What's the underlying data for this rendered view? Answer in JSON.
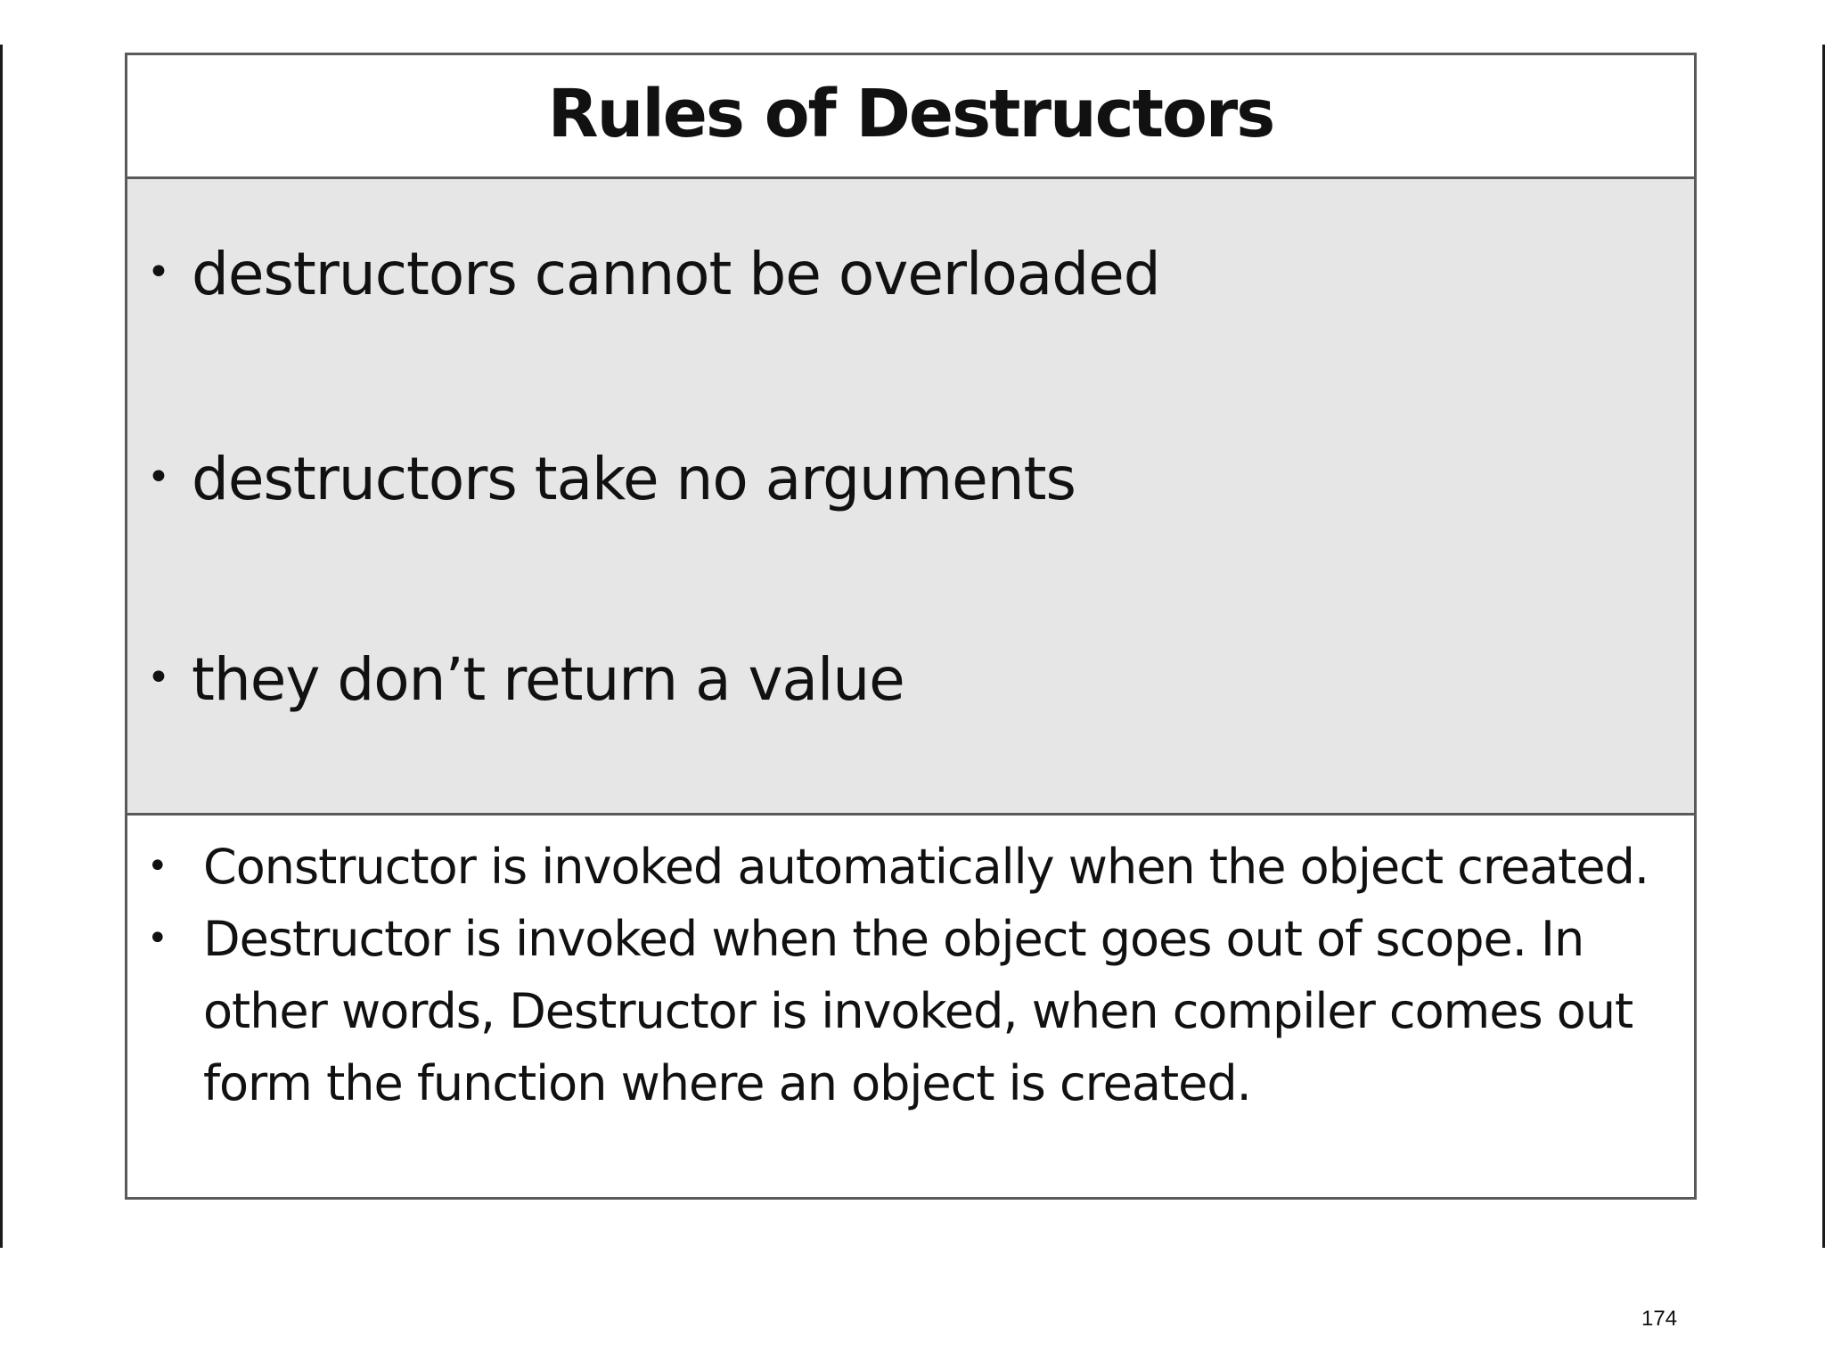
{
  "slide": {
    "title": "Rules of Destructors",
    "rules": [
      "destructors cannot be overloaded",
      "destructors take no arguments",
      "they don’t return a value"
    ],
    "notes": [
      "Constructor is invoked automatically when the object created.",
      "Destructor is invoked when the object goes out of scope. In other words, Destructor is invoked, when compiler comes out form the function where an object is created."
    ],
    "bullet_symbol": "•"
  },
  "page_number": "174"
}
